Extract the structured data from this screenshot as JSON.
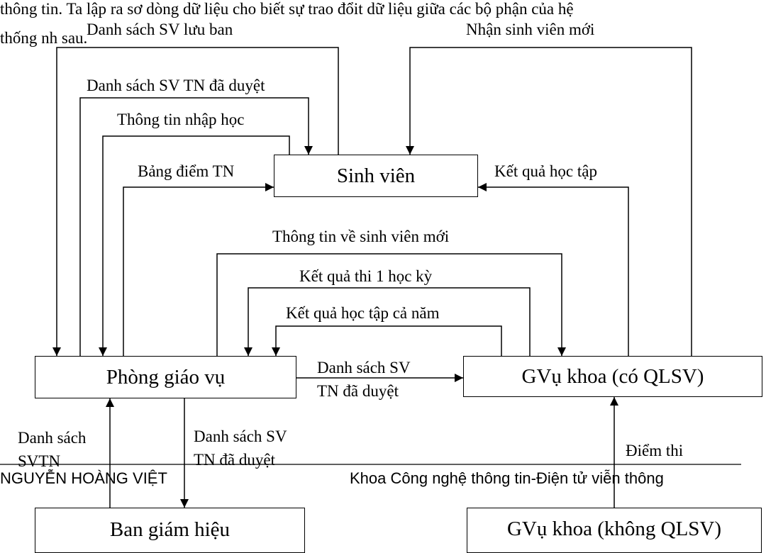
{
  "intro": {
    "line1": "thông tin. Ta lập ra sơ dòng dữ liệu cho biết sự trao đổit dữ liệu giữa các bộ phận của hệ",
    "line2": "thống nh sau."
  },
  "boxes": {
    "sinh_vien": "Sinh viên",
    "phong_giao_vu": "Phòng giáo vụ",
    "gvu_khoa_qlsv": "GVụ khoa (có QLSV)",
    "ban_giam_hieu": "Ban giám hiệu",
    "gvu_khoa_khong_qlsv": "GVụ khoa (không QLSV)"
  },
  "flows": {
    "ds_sv_luu_ban": "Danh sách SV lưu ban",
    "nhan_sv_moi": "Nhận sinh viên mới",
    "ds_sv_tn_da_duyet_top": "Danh sách SV TN đã duyệt",
    "thong_tin_nhap_hoc": "Thông tin nhập học",
    "bang_diem_tn": "Bảng điểm TN",
    "ket_qua_hoc_tap": "Kết quả học tập",
    "thong_tin_sv_moi": "Thông tin về sinh viên mới",
    "ket_qua_thi_1_hk": "Kết quả thi 1 học kỳ",
    "ket_qua_ht_ca_nam": "Kết quả học tập cả năm",
    "ds_sv_tn_mid_1": "Danh sách SV",
    "ds_sv_tn_mid_2": "TN đã duyệt",
    "ds_svtn_1": "Danh sách",
    "ds_svtn_2": "SVTN",
    "ds_sv_bgh_1": "Danh sách SV",
    "ds_sv_bgh_2": "TN đã duyệt",
    "diem_thi": "Điểm thi"
  },
  "footer": {
    "author": "NGUYỄN HOÀNG VIỆT",
    "department": "Khoa Công nghệ thông tin-Điện tử viễn thông"
  }
}
